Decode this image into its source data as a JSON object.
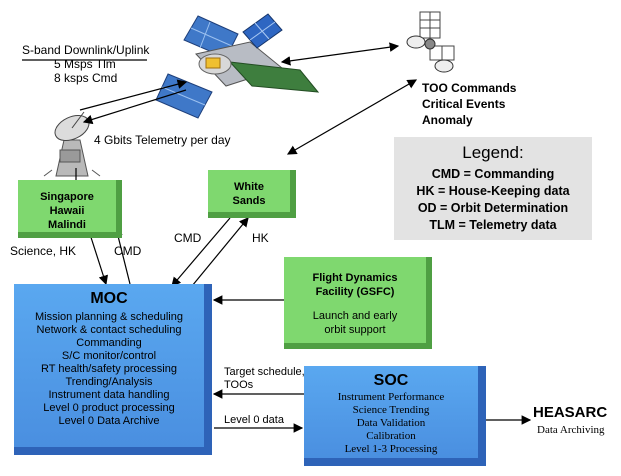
{
  "sband": {
    "title": "S-band Downlink/Uplink",
    "line1": "5 Msps Tlm",
    "line2": "8 ksps Cmd"
  },
  "telemetry_label": "4 Gbits Telemetry per day",
  "too": {
    "line1": "TOO Commands",
    "line2": "Critical Events",
    "line3": "Anomaly"
  },
  "legend": {
    "title": "Legend:",
    "items": [
      "CMD = Commanding",
      "HK = House-Keeping data",
      "OD = Orbit Determination",
      "TLM = Telemetry data"
    ]
  },
  "ground_station": {
    "line1": "Singapore",
    "line2": "Hawaii",
    "line3": "Malindi"
  },
  "white_sands": {
    "line1": "White",
    "line2": "Sands"
  },
  "links": {
    "science_hk": "Science, HK",
    "cmd_left": "CMD",
    "cmd_right": "CMD",
    "hk_right": "HK",
    "target_schedule": "Target schedule,",
    "toos": "TOOs",
    "level0": "Level 0 data"
  },
  "flight_dynamics": {
    "line1": "Flight Dynamics",
    "line2": "Facility (GSFC)",
    "line3": "Launch and early",
    "line4": "orbit support"
  },
  "moc": {
    "title": "MOC",
    "items": [
      "Mission planning & scheduling",
      "Network & contact scheduling",
      "Commanding",
      "S/C monitor/control",
      "RT health/safety processing",
      "Trending/Analysis",
      "Instrument data handling",
      "Level 0 product processing",
      "Level 0 Data Archive"
    ]
  },
  "soc": {
    "title": "SOC",
    "items": [
      "Instrument Performance",
      "Science Trending",
      "Data Validation",
      "Calibration",
      "Level 1-3 Processing"
    ]
  },
  "heasarc": {
    "title": "HEASARC",
    "subtitle": "Data Archiving"
  }
}
